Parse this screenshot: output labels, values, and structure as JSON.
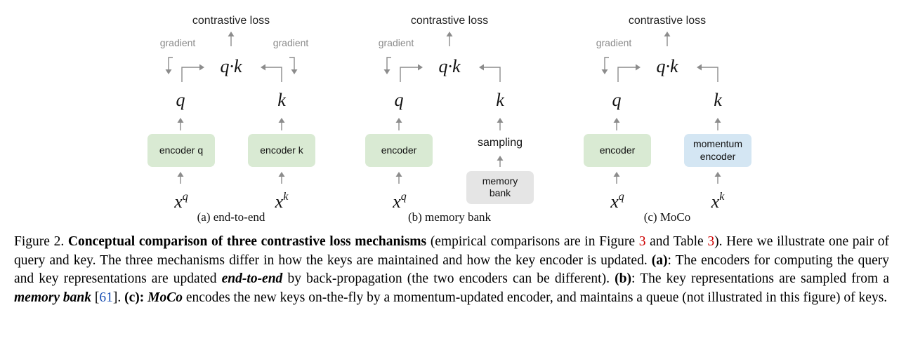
{
  "panels": [
    {
      "loss": "contrastive loss",
      "gradient_left": "gradient",
      "gradient_right": "gradient",
      "dot": "q·k",
      "q": "q",
      "k": "k",
      "left_box": "encoder q",
      "right_box": "encoder k",
      "x_left_base": "x",
      "x_left_sup": "q",
      "x_right_base": "x",
      "x_right_sup": "k",
      "label": "(a) end-to-end"
    },
    {
      "loss": "contrastive loss",
      "gradient_left": "gradient",
      "dot": "q·k",
      "q": "q",
      "k": "k",
      "left_box": "encoder",
      "sampling": "sampling",
      "memory_line1": "memory",
      "memory_line2": "bank",
      "x_left_base": "x",
      "x_left_sup": "q",
      "label": "(b) memory bank"
    },
    {
      "loss": "contrastive loss",
      "gradient_left": "gradient",
      "dot": "q·k",
      "q": "q",
      "k": "k",
      "left_box": "encoder",
      "momentum_line1": "momentum",
      "momentum_line2": "encoder",
      "x_left_base": "x",
      "x_left_sup": "q",
      "x_right_base": "x",
      "x_right_sup": "k",
      "label": "(c) MoCo"
    }
  ],
  "colors": {
    "encoder_fill": "#d9ead3",
    "memory_fill": "#e5e5e5",
    "momentum_fill": "#d4e6f3",
    "arrow": "#8c8c8c",
    "reference": "#cc0000",
    "citation": "#1a4fb3"
  },
  "caption": {
    "fig_label": "Figure 2.",
    "bold_title": "Conceptual comparison of three contrastive loss mechanisms",
    "s1": "(empirical comparisons are in Figure",
    "fig_ref": "3",
    "s2": "and Table",
    "table_ref": "3",
    "s3": "). Here we illustrate one pair of query and key. The three mechanisms differ in how the keys are maintained and how the key encoder is updated.",
    "a_label": "(a)",
    "a_text1": ": The encoders for computing the query and key representations are updated",
    "a_em": "end-to-end",
    "a_text2": "by back-propagation (the two encoders can be different).",
    "b_label": "(b)",
    "b_text1": ": The key representations are sampled from a",
    "b_em": "memory bank",
    "b_cite_open": "[",
    "b_cite": "61",
    "b_cite_close": "].",
    "c_label": "(c)",
    "c_colon": ":",
    "c_em": "MoCo",
    "c_text": "encodes the new keys on-the-fly by a momentum-updated encoder, and maintains a queue (not illustrated in this figure) of keys."
  }
}
